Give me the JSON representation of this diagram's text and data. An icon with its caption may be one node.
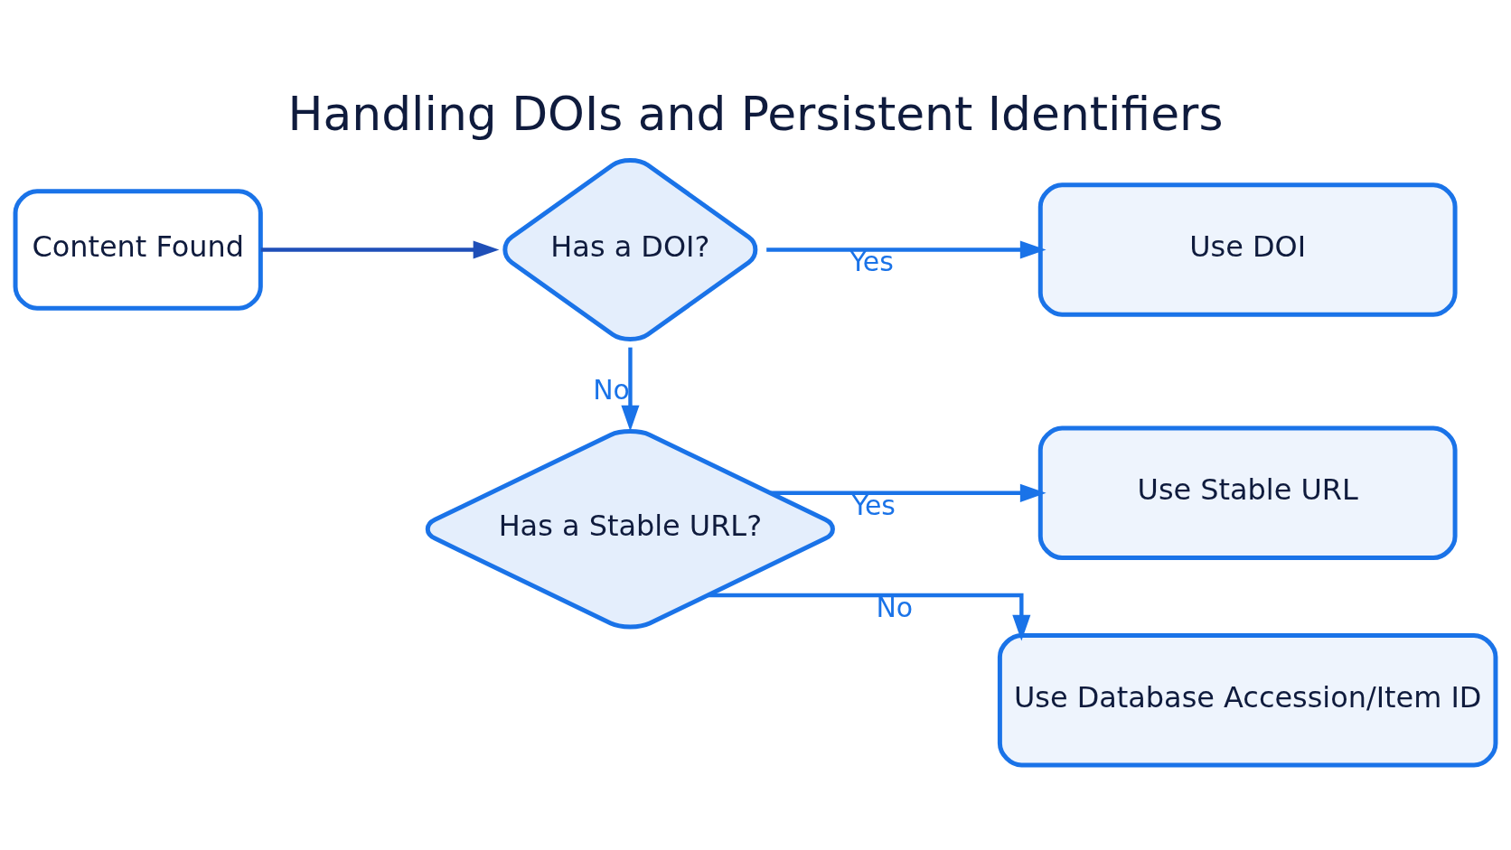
{
  "diagram": {
    "title": "Handling DOIs and Persistent Identifiers",
    "nodes": [
      {
        "text": [
          "Content Found"
        ]
      },
      {
        "text": [
          "Has a DOI?"
        ]
      },
      {
        "text": [
          "Use DOI"
        ]
      },
      {
        "text": [
          "Has a Stable URL?"
        ]
      },
      {
        "text": [
          "Use Stable URL"
        ]
      },
      {
        "text": [
          "Use Database Accession/Item ID"
        ]
      }
    ],
    "edges": [
      {
        "from": 0,
        "to": 1,
        "arrow": "to",
        "color": "#1f4fb8"
      },
      {
        "from": 1,
        "to": 2,
        "arrow": "to",
        "label": "Yes"
      },
      {
        "from": 1,
        "to": 3,
        "arrow": "to",
        "label": "No"
      },
      {
        "from": 3,
        "to": 4,
        "arrow": "to",
        "label": "Yes"
      },
      {
        "from": 3,
        "to": 5,
        "arrow": "to",
        "label": "No"
      }
    ]
  }
}
